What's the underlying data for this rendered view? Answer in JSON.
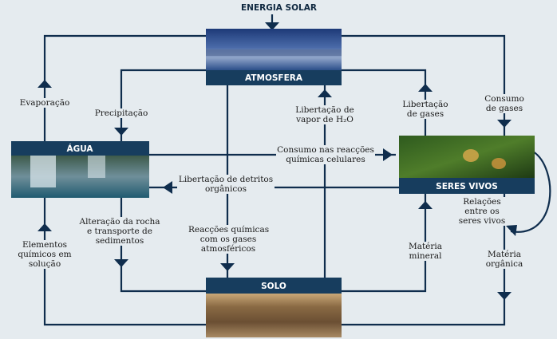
{
  "title": "ENERGIA SOLAR",
  "boxes": {
    "atmosfera": "ATMOSFERA",
    "agua": "ÁGUA",
    "seres_vivos": "SERES VIVOS",
    "solo": "SOLO"
  },
  "labels": {
    "evaporacao": "Evaporação",
    "precipitacao": "Precipitação",
    "libertacao_vapor_1": "Libertação de",
    "libertacao_vapor_2": "vapor de H₂O",
    "libertacao_gases_1": "Libertação",
    "libertacao_gases_2": "de gases",
    "consumo_gases_1": "Consumo",
    "consumo_gases_2": "de gases",
    "consumo_reaccoes_1": "Consumo nas reacções",
    "consumo_reaccoes_2": "químicas celulares",
    "detritos_1": "Libertação de detritos",
    "detritos_2": "orgânicos",
    "alteracao_1": "Alteração da rocha",
    "alteracao_2": "e transporte de",
    "alteracao_3": "sedimentos",
    "reaccoes_1": "Reacções químicas",
    "reaccoes_2": "com os gases",
    "reaccoes_3": "atmosféricos",
    "elementos_1": "Elementos",
    "elementos_2": "químicos em",
    "elementos_3": "solução",
    "relacoes_1": "Relações",
    "relacoes_2": "entre os",
    "relacoes_3": "seres vivos",
    "materia_mineral_1": "Matéria",
    "materia_mineral_2": "mineral",
    "materia_organica_1": "Matéria",
    "materia_organica_2": "orgânica"
  },
  "colors": {
    "line": "#0f2d4d",
    "header": "#173d5e",
    "background": "#e5ebef"
  }
}
